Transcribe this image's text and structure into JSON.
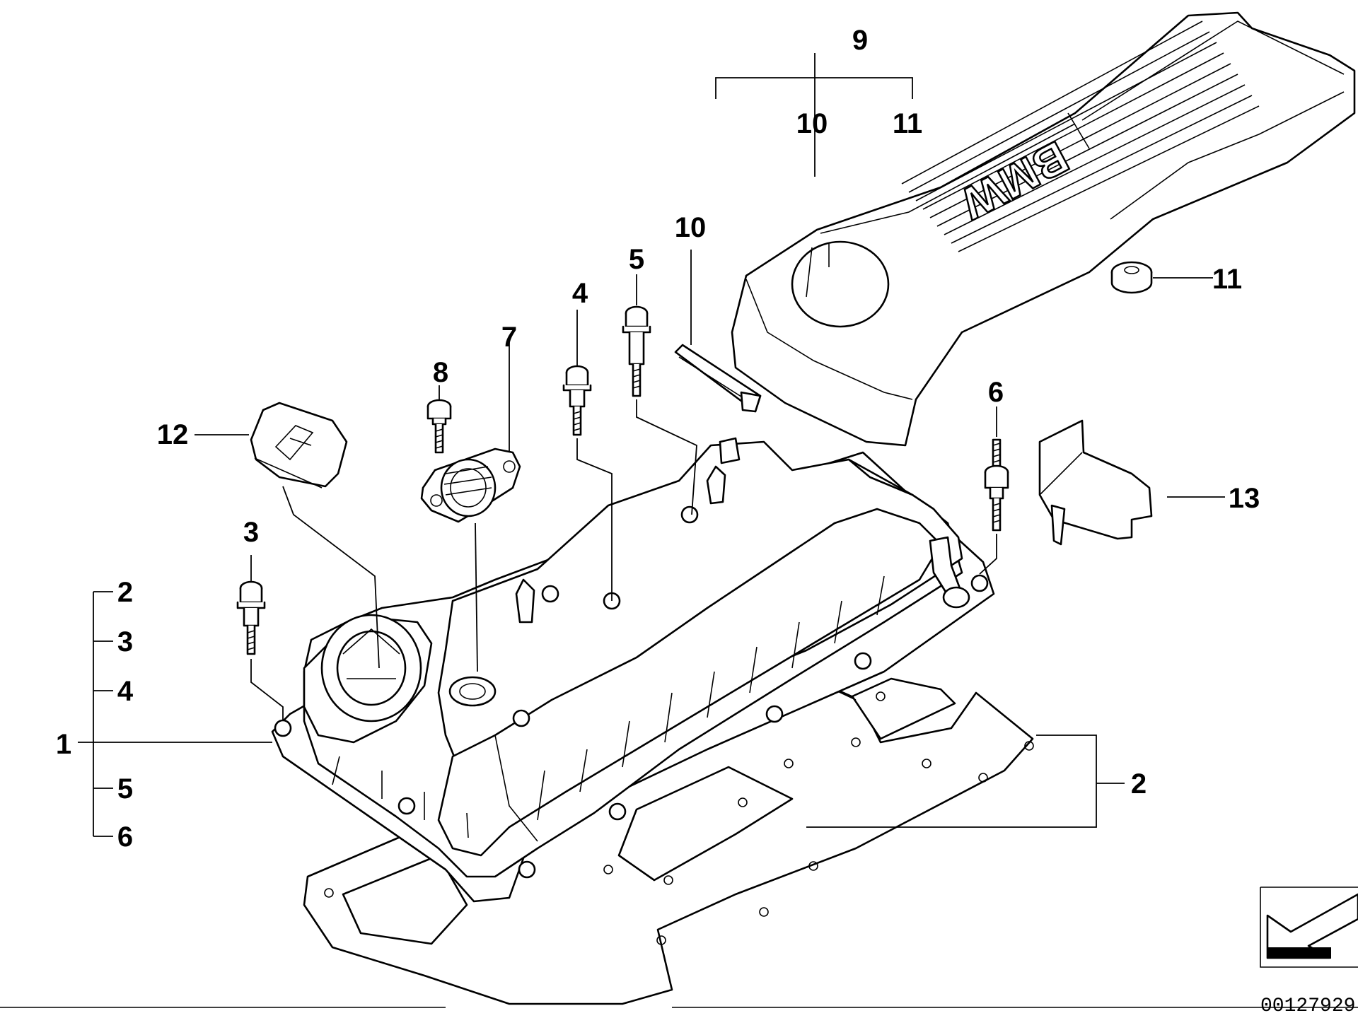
{
  "diagram": {
    "callouts": {
      "c1": "1",
      "c2_list": "2",
      "c3_list": "3",
      "c4_list": "4",
      "c5_list": "5",
      "c6_list": "6",
      "c2_right": "2",
      "c3": "3",
      "c4": "4",
      "c5": "5",
      "c6": "6",
      "c7": "7",
      "c8": "8",
      "c9": "9",
      "c10_top": "10",
      "c11_top": "11",
      "c10": "10",
      "c11": "11",
      "c12": "12",
      "c13": "13"
    },
    "cover_logo": "BMW",
    "drawing_code": "00127929"
  }
}
